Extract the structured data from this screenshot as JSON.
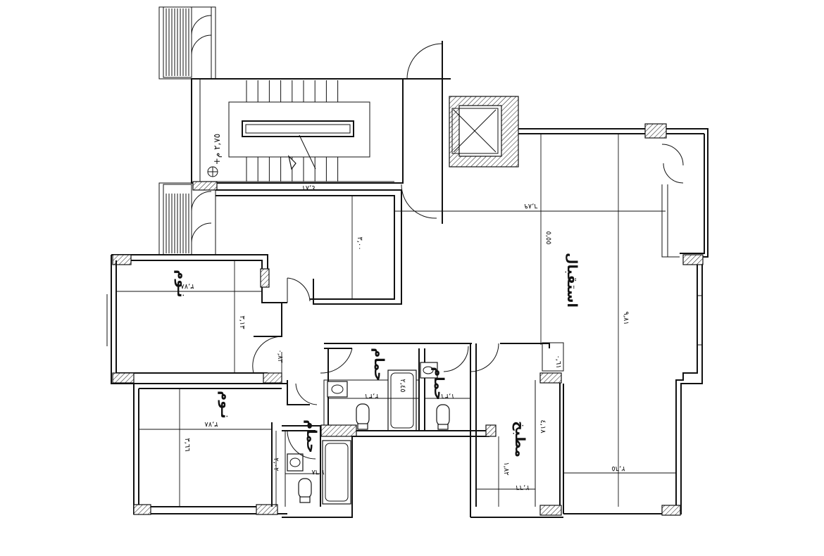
{
  "rooms": {
    "reception": "استقبال",
    "bedroom_1": "نـوم",
    "bedroom_2": "نـوم",
    "bath_1": "حمام",
    "bath_2": "حمام",
    "bath_3": "حمام",
    "kitchen": "مطبخ"
  },
  "level": "+٢,٧٥ م",
  "dimensions": {
    "stair_width": "٤,٨١",
    "hall_height": "٣,٠٠",
    "reception_span": "٦,٨٩",
    "reception_height": "٩,٨١",
    "reception_upper": "٥,٥٥",
    "reception_bottom": "٢,٦٥",
    "bed1_width": "٣,٧٨",
    "bed1_height": "٣,١٣",
    "bed2_width": "٣,٧٨",
    "bed2_height": "٣,٦٦",
    "corridor": "٠,٨٣",
    "bath1_width": "٢,٣٦",
    "bath1_height": "٢,٤٥",
    "bath2_width": "١,٣٦",
    "bath3_width": "١,٦٨",
    "bath3_height": "٢,٠٢",
    "kitchen_width": "٢,٦٦",
    "kitchen_height": "٤,١٨",
    "kitchen_lower": "١,٨٢",
    "kitchen_gap": "٠,٦١"
  },
  "colors": {
    "line": "#111111",
    "background": "#ffffff",
    "highlight": "#e8e27a"
  }
}
